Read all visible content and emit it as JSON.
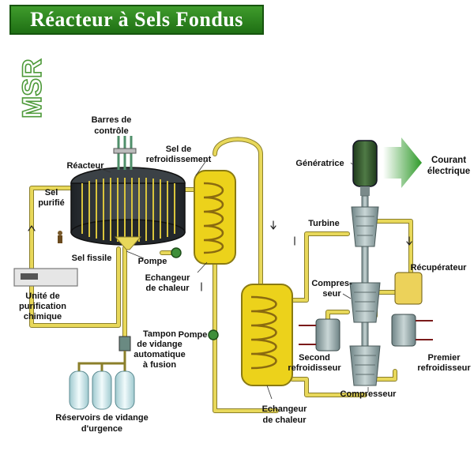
{
  "title": "Réacteur à Sels Fondus",
  "side_mark": "MSR",
  "labels": {
    "barres": [
      "Barres de",
      "contrôle"
    ],
    "reacteur": "Réacteur",
    "sel_refroid": [
      "Sel de",
      "refroidissement"
    ],
    "sel_purifie": [
      "Sel",
      "purifié"
    ],
    "sel_fissile": "Sel fissile",
    "pompe1": "Pompe",
    "echangeur1": [
      "Echangeur",
      "de chaleur"
    ],
    "unite": [
      "Unité de",
      "purification",
      "chimique"
    ],
    "pompe2": "Pompe",
    "tampon": [
      "Tampon",
      "de vidange",
      "automatique",
      "à fusion"
    ],
    "reservoirs": [
      "Réservoirs de vidange",
      "d'urgence"
    ],
    "echangeur2": [
      "Echangeur",
      "de chaleur"
    ],
    "generatrice": "Génératrice",
    "courant": [
      "Courant",
      "électrique"
    ],
    "turbine": "Turbine",
    "recuperateur": "Récupérateur",
    "compresseur_top": [
      "Compres-",
      "seur"
    ],
    "second": [
      "Second",
      "refroidisseur"
    ],
    "premier": [
      "Premier",
      "refroidisseur"
    ],
    "compresseur_bottom": "Compresseur"
  },
  "colors": {
    "title_green": "#2e8b1e",
    "pipe_yellow": "#e8d85a",
    "exchanger_yellow": "#ecd21b",
    "arrow_green": "#2f9a2a",
    "steel": "#8fa4a6",
    "vessel_dark": "#2b2f34"
  }
}
